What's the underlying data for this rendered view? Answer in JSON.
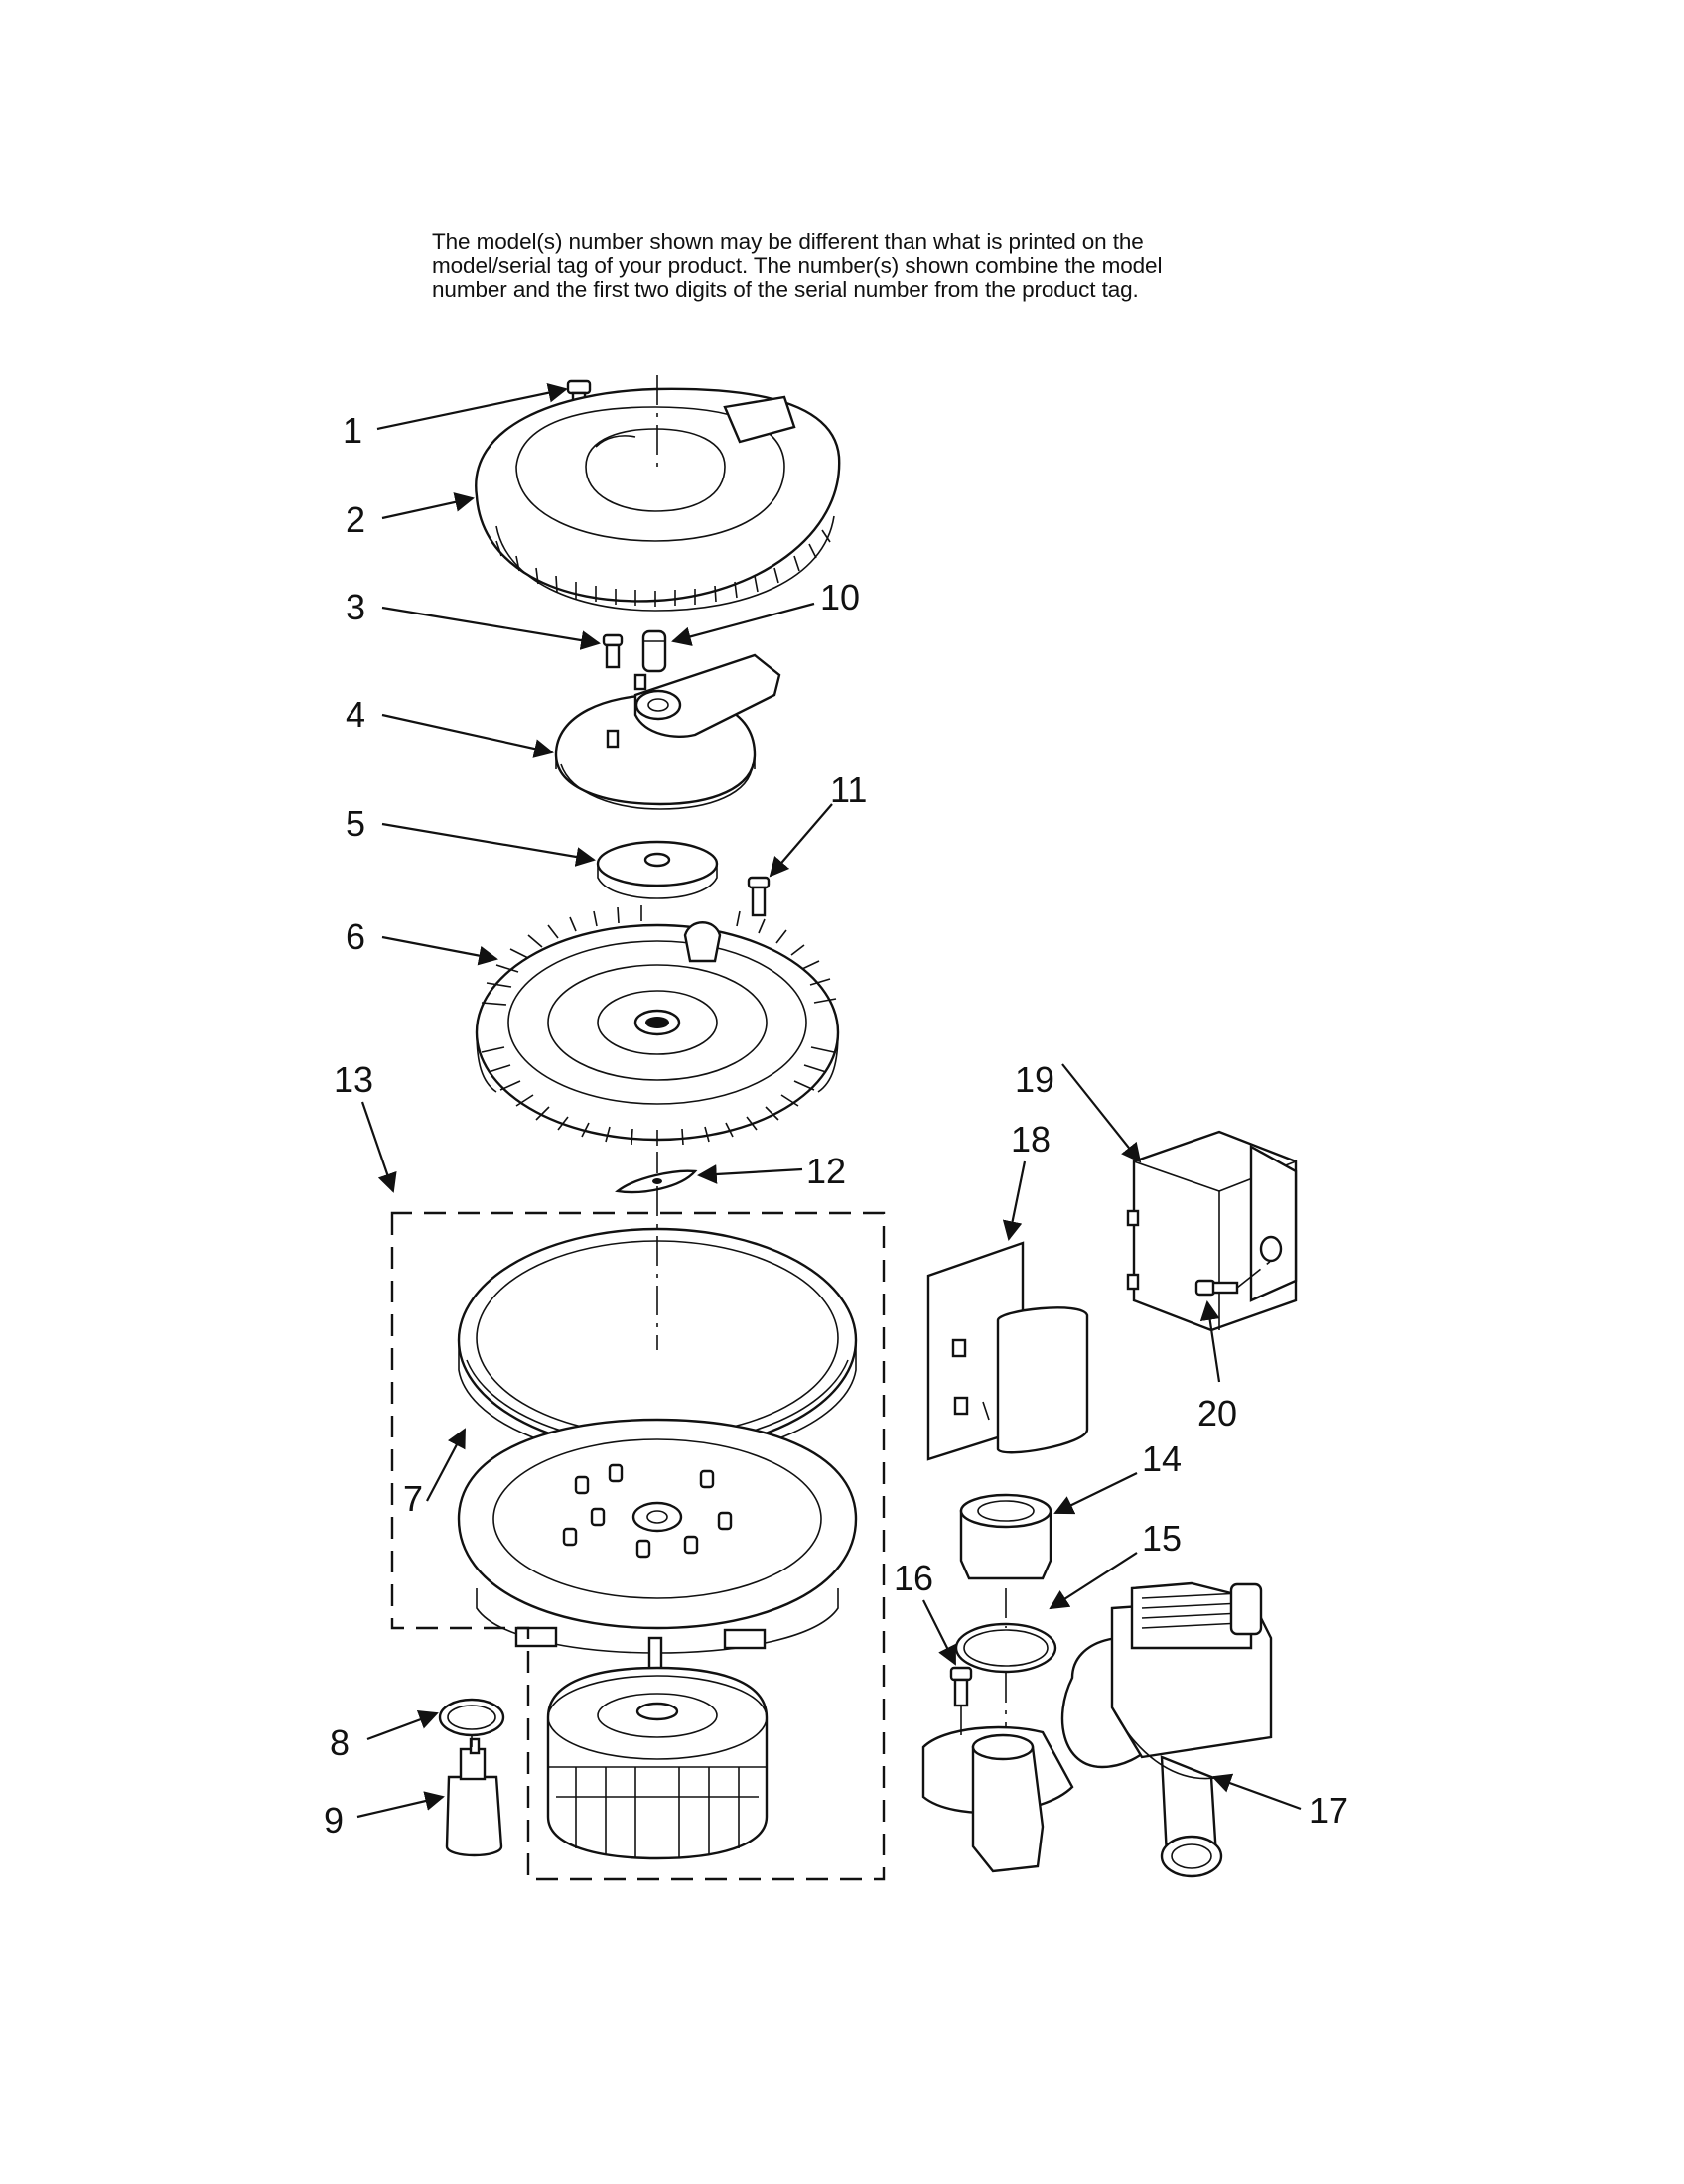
{
  "notice": {
    "lines": [
      "The model(s) number shown may be different than what is printed on the",
      "model/serial tag of your product. The number(s) shown combine the model",
      "number and the first two digits of the serial number from the product tag."
    ]
  },
  "callouts": [
    "1",
    "2",
    "3",
    "4",
    "5",
    "6",
    "7",
    "8",
    "9",
    "10",
    "11",
    "12",
    "13",
    "14",
    "15",
    "16",
    "17",
    "18",
    "19",
    "20"
  ],
  "colors": {
    "ink": "#111111",
    "paper": "#ffffff"
  }
}
